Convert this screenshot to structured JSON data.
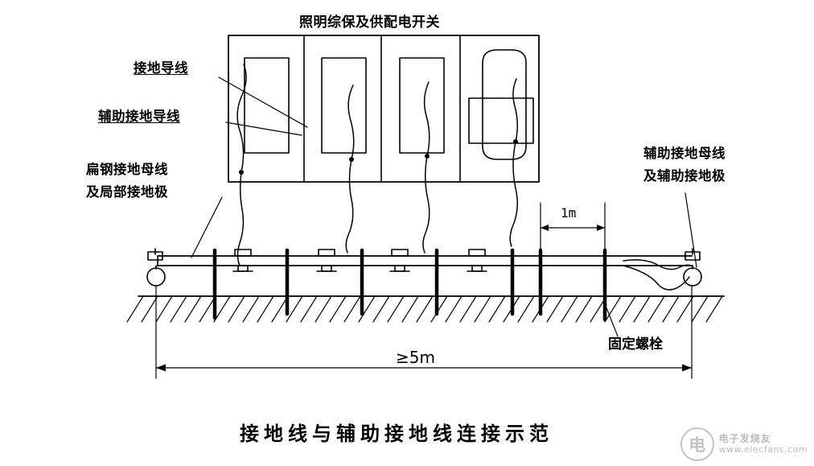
{
  "figure": {
    "top_title": "照明综保及供配电开关",
    "caption": "接地线与辅助接地线连接示范",
    "labels": {
      "ground_wire": "接地导线",
      "aux_ground_wire": "辅助接地导线",
      "flat_steel_busbar_line1": "扁钢接地母线",
      "flat_steel_busbar_line2": "及局部接地极",
      "aux_busbar_line1": "辅助接地母线",
      "aux_busbar_line2": "及辅助接地极",
      "fixing_bolt": "固定螺栓"
    },
    "dimensions": {
      "spacing": "1m",
      "total_length": "≥5m"
    },
    "colors": {
      "stroke": "#000000",
      "background": "#ffffff",
      "watermark": "#b0b0b0"
    }
  },
  "watermark": {
    "mark": "电",
    "line1": "电子发烧友",
    "line2": "www.elecfans.com"
  }
}
